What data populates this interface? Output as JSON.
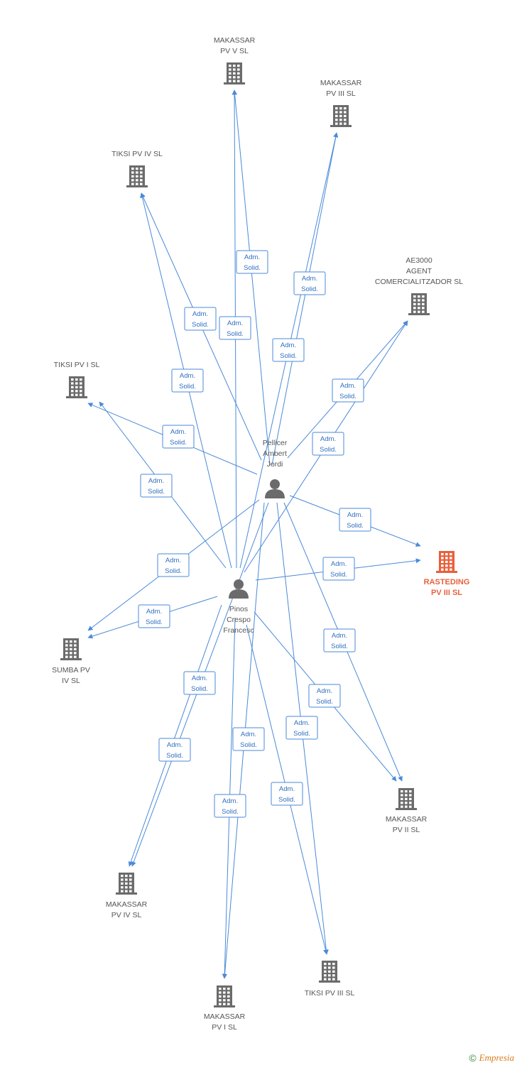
{
  "colors": {
    "edge": "#4a8ad8",
    "company": "#6b6b6b",
    "highlight": "#e8603c",
    "person": "#6b6b6b"
  },
  "nodes": [
    {
      "id": "rasteding",
      "type": "company",
      "highlight": true,
      "lines": [
        "RASTEDING",
        "PV III SL"
      ]
    },
    {
      "id": "makassar_v",
      "type": "company",
      "lines": [
        "MAKASSAR",
        "PV V SL"
      ]
    },
    {
      "id": "makassar_iii",
      "type": "company",
      "lines": [
        "MAKASSAR",
        "PV III SL"
      ]
    },
    {
      "id": "tiksi_iv",
      "type": "company",
      "lines": [
        "TIKSI PV IV SL"
      ]
    },
    {
      "id": "ae3000",
      "type": "company",
      "lines": [
        "AE3000",
        "AGENT",
        "COMERCIALITZADOR SL"
      ]
    },
    {
      "id": "tiksi_i",
      "type": "company",
      "lines": [
        "TIKSI PV I SL"
      ]
    },
    {
      "id": "sumba_iv",
      "type": "company",
      "lines": [
        "SUMBA PV",
        "IV SL"
      ]
    },
    {
      "id": "makassar_ii",
      "type": "company",
      "lines": [
        "MAKASSAR",
        "PV II SL"
      ]
    },
    {
      "id": "makassar_iv",
      "type": "company",
      "lines": [
        "MAKASSAR",
        "PV IV SL"
      ]
    },
    {
      "id": "tiksi_iii",
      "type": "company",
      "lines": [
        "TIKSI PV III SL"
      ]
    },
    {
      "id": "makassar_i",
      "type": "company",
      "lines": [
        "MAKASSAR",
        "PV I SL"
      ]
    },
    {
      "id": "pellicer",
      "type": "person",
      "lines": [
        "Pellicer",
        "Ambert",
        "Jordi"
      ]
    },
    {
      "id": "pinos",
      "type": "person",
      "lines": [
        "Pinos",
        "Crespo",
        "Francesc"
      ]
    }
  ],
  "edges": [
    {
      "from": "pellicer",
      "to": "makassar_v",
      "label": [
        "Adm.",
        "Solid."
      ]
    },
    {
      "from": "pinos",
      "to": "makassar_v",
      "label": [
        "Adm.",
        "Solid."
      ]
    },
    {
      "from": "pellicer",
      "to": "makassar_iii",
      "label": [
        "Adm.",
        "Solid."
      ]
    },
    {
      "from": "pinos",
      "to": "makassar_iii",
      "label": [
        "Adm.",
        "Solid."
      ]
    },
    {
      "from": "pellicer",
      "to": "tiksi_iv",
      "label": [
        "Adm.",
        "Solid."
      ]
    },
    {
      "from": "pinos",
      "to": "tiksi_iv",
      "label": [
        "Adm.",
        "Solid."
      ]
    },
    {
      "from": "pellicer",
      "to": "ae3000",
      "label": [
        "Adm.",
        "Solid."
      ]
    },
    {
      "from": "pinos",
      "to": "ae3000",
      "label": [
        "Adm.",
        "Solid."
      ]
    },
    {
      "from": "pellicer",
      "to": "tiksi_i",
      "label": [
        "Adm.",
        "Solid."
      ]
    },
    {
      "from": "pinos",
      "to": "tiksi_i",
      "label": [
        "Adm.",
        "Solid."
      ]
    },
    {
      "from": "pellicer",
      "to": "rasteding",
      "label": [
        "Adm.",
        "Solid."
      ]
    },
    {
      "from": "pinos",
      "to": "rasteding",
      "label": [
        "Adm.",
        "Solid."
      ]
    },
    {
      "from": "pellicer",
      "to": "sumba_iv",
      "label": [
        "Adm.",
        "Solid."
      ]
    },
    {
      "from": "pinos",
      "to": "sumba_iv",
      "label": [
        "Adm.",
        "Solid."
      ]
    },
    {
      "from": "pellicer",
      "to": "makassar_ii",
      "label": [
        "Adm.",
        "Solid."
      ]
    },
    {
      "from": "pinos",
      "to": "makassar_ii",
      "label": [
        "Adm.",
        "Solid."
      ]
    },
    {
      "from": "pellicer",
      "to": "makassar_iv",
      "label": [
        "Adm.",
        "Solid."
      ]
    },
    {
      "from": "pinos",
      "to": "makassar_iv",
      "label": [
        "Adm.",
        "Solid."
      ]
    },
    {
      "from": "pellicer",
      "to": "makassar_i",
      "label": [
        "Adm.",
        "Solid."
      ]
    },
    {
      "from": "pinos",
      "to": "makassar_i",
      "label": [
        "Adm.",
        "Solid."
      ]
    },
    {
      "from": "pellicer",
      "to": "tiksi_iii",
      "label": [
        "Adm.",
        "Solid."
      ]
    },
    {
      "from": "pinos",
      "to": "tiksi_iii",
      "label": [
        "Adm.",
        "Solid."
      ]
    }
  ],
  "footer": {
    "copyright": "©",
    "brand": "Empresia"
  }
}
